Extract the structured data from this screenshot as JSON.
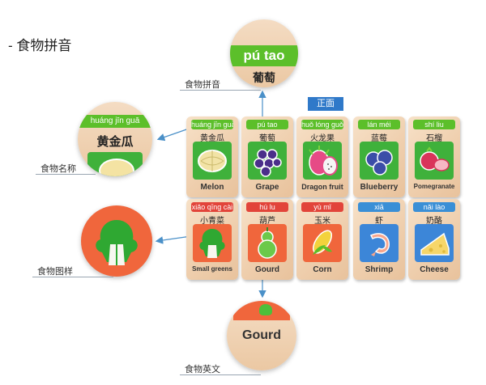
{
  "section_title": "- 食物拼音",
  "face_label": "正面",
  "callouts": {
    "pinyin": "食物拼音",
    "name": "食物名称",
    "image": "食物图样",
    "english": "食物英文"
  },
  "zoom": {
    "top": {
      "pinyin": "pú tao",
      "name": "葡萄"
    },
    "left": {
      "pinyin": "huáng jīn guā",
      "name": "黄金瓜"
    },
    "bottom": {
      "english": "Gourd"
    }
  },
  "cards": [
    {
      "pinyin": "huáng jīn guā",
      "name": "黄金瓜",
      "english": "Melon",
      "icon": "melon-icon"
    },
    {
      "pinyin": "pú tao",
      "name": "葡萄",
      "english": "Grape",
      "icon": "grape-icon"
    },
    {
      "pinyin": "huǒ lóng guǒ",
      "name": "火龙果",
      "english": "Dragon fruit",
      "icon": "dragon-fruit-icon"
    },
    {
      "pinyin": "lán méi",
      "name": "蓝莓",
      "english": "Blueberry",
      "icon": "blueberry-icon"
    },
    {
      "pinyin": "shí liu",
      "name": "石榴",
      "english": "Pomegranate",
      "icon": "pomegranate-icon"
    },
    {
      "pinyin": "xiǎo qīng cài",
      "name": "小青菜",
      "english": "Small greens",
      "icon": "small-greens-icon"
    },
    {
      "pinyin": "hú lu",
      "name": "葫芦",
      "english": "Gourd",
      "icon": "gourd-icon"
    },
    {
      "pinyin": "yù mǐ",
      "name": "玉米",
      "english": "Corn",
      "icon": "corn-icon"
    },
    {
      "pinyin": "xiā",
      "name": "虾",
      "english": "Shrimp",
      "icon": "shrimp-icon"
    },
    {
      "pinyin": "nǎi lào",
      "name": "奶酪",
      "english": "Cheese",
      "icon": "cheese-icon"
    }
  ],
  "colors": {
    "green": "#3fb13b",
    "orange": "#f0663c",
    "blue": "#3c86d8",
    "wood": "#efcfae",
    "label_blue": "#2f79c9"
  }
}
